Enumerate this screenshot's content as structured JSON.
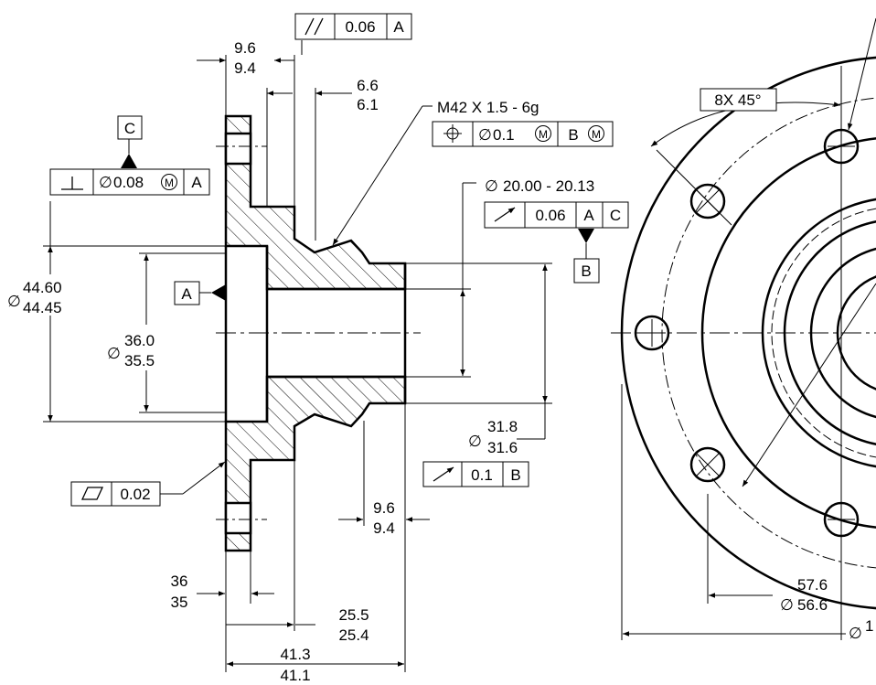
{
  "dimensions": {
    "left_width_upper": "9.6",
    "left_width_lower": "9.4",
    "groove_upper": "6.6",
    "groove_lower": "6.1",
    "dia_outer_upper": "44.60",
    "dia_outer_lower": "44.45",
    "dia_inner_upper": "36.0",
    "dia_inner_lower": "35.5",
    "flange_depth_upper": "36",
    "flange_depth_lower": "35",
    "len_mid_upper": "25.5",
    "len_mid_lower": "25.4",
    "len_total_upper": "41.3",
    "len_total_lower": "41.1",
    "right_width_upper": "9.6",
    "right_width_lower": "9.4",
    "dia_hub_upper": "31.8",
    "dia_hub_lower": "31.6",
    "bore_dia": "20.00 - 20.13",
    "thread": "M42  X  1.5 - 6g",
    "bolt_circle_upper": "57.6",
    "bolt_circle_lower": "56.6",
    "outer_dia_partial": "1",
    "holes": "8X  45°"
  },
  "symbols": {
    "diameter": "∅",
    "modifier_m": "M"
  },
  "datums": {
    "a": "A",
    "b": "B",
    "c": "C"
  },
  "fcf": {
    "parallelism": {
      "tol": "0.06",
      "d1": "A"
    },
    "perpendicularity": {
      "tol": "0.08",
      "d1": "A"
    },
    "position": {
      "tol": "0.1",
      "d1": "B"
    },
    "runout_top": {
      "tol": "0.06",
      "d1": "A",
      "d2": "C"
    },
    "runout_bottom": {
      "tol": "0.1",
      "d1": "B"
    },
    "flatness": {
      "tol": "0.02"
    }
  }
}
